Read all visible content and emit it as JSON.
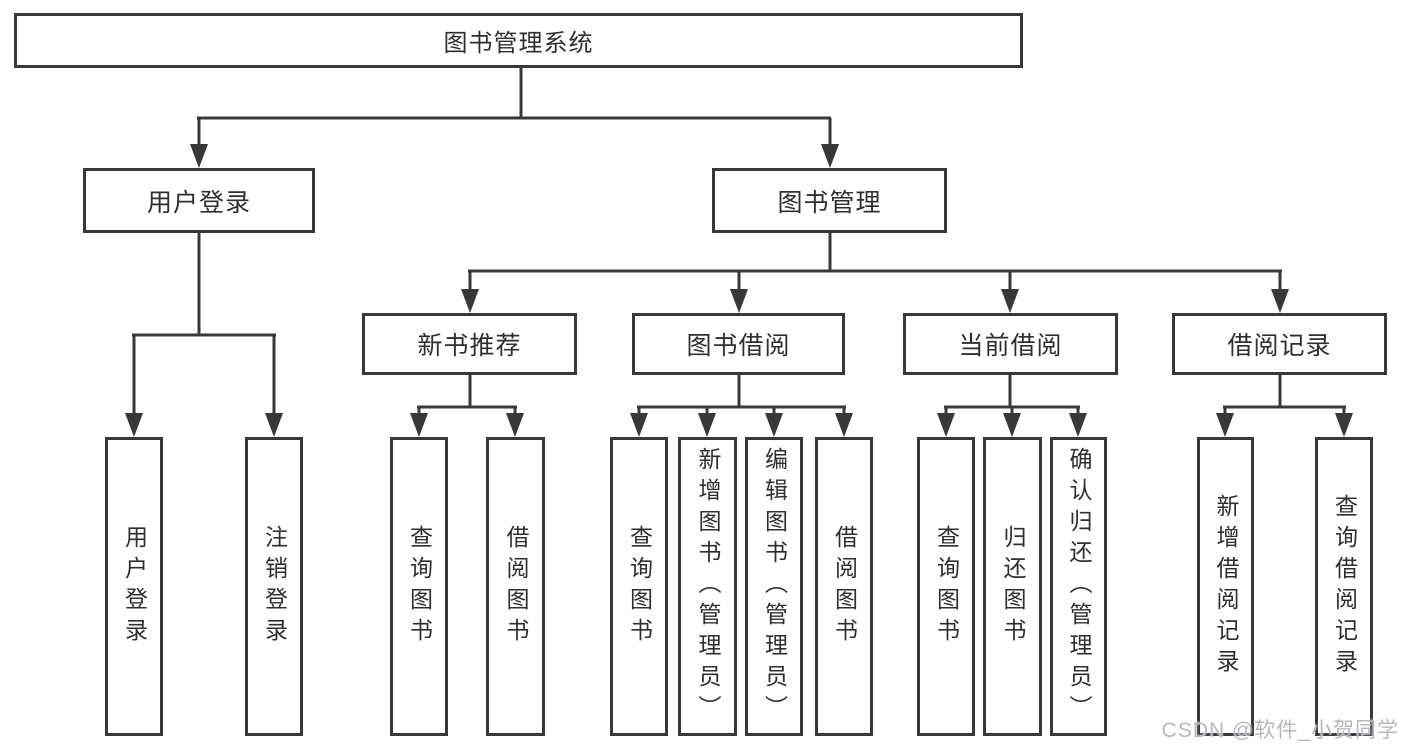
{
  "diagram_title": "图书管理系统",
  "tree": {
    "label": "图书管理系统",
    "children": [
      {
        "label": "用户登录",
        "children": [
          {
            "label": "用户登录"
          },
          {
            "label": "注销登录"
          }
        ]
      },
      {
        "label": "图书管理",
        "children": [
          {
            "label": "新书推荐",
            "children": [
              {
                "label": "查询图书"
              },
              {
                "label": "借阅图书"
              }
            ]
          },
          {
            "label": "图书借阅",
            "children": [
              {
                "label": "查询图书"
              },
              {
                "label": "新增图书（管理员）"
              },
              {
                "label": "编辑图书（管理员）"
              },
              {
                "label": "借阅图书"
              }
            ]
          },
          {
            "label": "当前借阅",
            "children": [
              {
                "label": "查询图书"
              },
              {
                "label": "归还图书"
              },
              {
                "label": "确认归还（管理员）"
              }
            ]
          },
          {
            "label": "借阅记录",
            "children": [
              {
                "label": "新增借阅记录"
              },
              {
                "label": "查询借阅记录"
              }
            ]
          }
        ]
      }
    ]
  },
  "watermark": "CSDN @软件_小贺同学",
  "colors": {
    "line": "#383838",
    "text": "#2f2f2f",
    "background": "#ffffff",
    "watermark": "#b4b8be"
  }
}
